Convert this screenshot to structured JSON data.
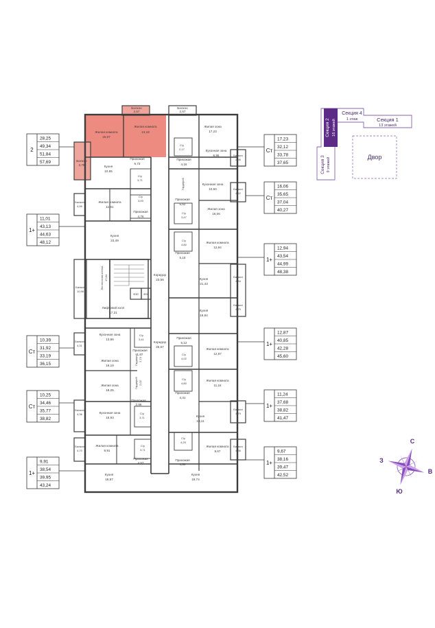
{
  "colors": {
    "wall": "#3c3c3c",
    "highlight": "#ee8b80",
    "highlight_balcony": "#f0a59c",
    "section_active": "#5b2b86",
    "section_outline": "#8a60b0",
    "compass": "#8a4bbd"
  },
  "cards_left": [
    {
      "type": "2",
      "values": [
        "28,25",
        "49,34",
        "51,84",
        "57,69"
      ]
    },
    {
      "type": "1+",
      "values": [
        "11,01",
        "43,13",
        "44,63",
        "48,12"
      ]
    },
    {
      "type": "Ст",
      "values": [
        "10,39",
        "31,92",
        "33,19",
        "36,15"
      ]
    },
    {
      "type": "Ст",
      "values": [
        "10,25",
        "34,46",
        "35,77",
        "38,82"
      ]
    },
    {
      "type": "1+",
      "values": [
        "9,91",
        "38,54",
        "39,95",
        "43,24"
      ]
    }
  ],
  "cards_right": [
    {
      "type": "Ст",
      "values": [
        "17,23",
        "32,12",
        "33,78",
        "37,65"
      ]
    },
    {
      "type": "Ст",
      "values": [
        "16,06",
        "35,65",
        "37,04",
        "40,27"
      ]
    },
    {
      "type": "1+",
      "values": [
        "12,94",
        "43,54",
        "44,99",
        "48,38"
      ]
    },
    {
      "type": "1+",
      "values": [
        "12,87",
        "40,85",
        "42,28",
        "45,60"
      ]
    },
    {
      "type": "1+",
      "values": [
        "11,24",
        "37,68",
        "38,82",
        "41,47"
      ]
    },
    {
      "type": "1+",
      "values": [
        "9,67",
        "38,16",
        "39,47",
        "42,52"
      ]
    }
  ],
  "sections": {
    "sec2_name": "Секция 2",
    "sec2_floors": "16 этажей",
    "sec4_name": "Секция 4",
    "sec4_floors": "1 этаж",
    "sec1_name": "Секция 1",
    "sec1_floors": "13 этажей",
    "sec3_name": "Секция 3",
    "sec3_floors": "9 этажей",
    "yard": "Двор"
  },
  "compass": {
    "n": "С",
    "s": "Ю",
    "e": "В",
    "w": "З"
  },
  "rooms": {
    "balc_top1": "Балкон",
    "balc_top1_a": "2,57",
    "balc_top2": "Балкон",
    "balc_top2_a": "2,57",
    "liv1": "Жилая комната",
    "liv1_a": "15,07",
    "liv2": "Жилая комната",
    "liv2_a": "13,18",
    "balc_l1": "Балкон",
    "balc_l1_a": "3,78",
    "kit1": "Кухня",
    "kit1_a": "10,65",
    "hall1": "Прихожая",
    "hall1_a": "6,73",
    "bath1": "С/у",
    "bath1_a": "3,71",
    "bath1b": "С/у",
    "bath1b_a": "2,17",
    "kz1": "Жилая зона",
    "kz1_a": "17,23",
    "kitz1": "Кухонная зона",
    "kitz1_a": "6,96",
    "hall_r1": "Прихожая",
    "hall_r1_a": "4,16",
    "balc_r1": "Балкон",
    "balc_r1_a": "2,96",
    "kitz2": "Кухонная зона",
    "kitz2_a": "10,50",
    "balc_r2": "Балкон",
    "balc_r2_a": "4,62",
    "hall_r2": "Прихожая",
    "hall_r2_a": "5,62",
    "gard_r2": "Гардероб",
    "liz2": "Жилая зона",
    "liz2_a": "16,06",
    "bath_r2": "С/у",
    "bath_r2_a": "3,47",
    "balc_l2": "Балкон",
    "balc_l2_a": "4,99",
    "liv_l2": "Жилая комната",
    "liv_l2_a": "11,01",
    "bath_l2": "С/у",
    "bath_l2_a": "3,93",
    "hall_l2": "Прихожая",
    "hall_l2_a": "4,76",
    "kit_l2": "Кухня",
    "kit_l2_a": "23,49",
    "bath_r3": "С/у",
    "bath_r3_a": "4,80",
    "liv_r3": "Жилая комната",
    "liv_r3_a": "12,94",
    "hall_r3": "Прихожая",
    "hall_r3_a": "5,15",
    "kit_r3": "Кухня",
    "kit_r3_a": "21,43",
    "balc_r3": "Балкон",
    "balc_r3_a": "4,84",
    "corr1": "Коридор",
    "corr1_a": "23,56",
    "stair": "Лестничная клетка",
    "stair_a": "17,84",
    "balc_l3": "Балкон",
    "balc_l3_a": "10,56",
    "lift1": "Ф30",
    "lift2": "Ф00",
    "lifthall": "Лифтовой холл",
    "lifthall_a": "17,21",
    "kit_r4": "Кухня",
    "kit_r4_a": "18,84",
    "balc_r4": "Балкон",
    "balc_r4_a": "4,75",
    "balc_l4": "Балкон",
    "balc_l4_a": "4,31",
    "kitz_l4": "Кухонная зона",
    "kitz_l4_a": "13,86",
    "bath_l4": "С/у",
    "bath_l4_a": "3,41",
    "hall_l4": "Прихожая",
    "hall_l4_a": "1,87",
    "corr2": "Коридор",
    "corr2_a": "25,67",
    "hall_r5": "Прихожая",
    "hall_r5_a": "5,12",
    "liv_r5": "Жилая комната",
    "liv_r5_a": "12,87",
    "bath_r5": "С/у",
    "bath_r5_a": "4,02",
    "liz_l4": "Жилая зона",
    "liz_l4_a": "16,19",
    "gard_l4": "Гардероб",
    "gard_l4_a": "2,73",
    "bath_r6": "С/у",
    "bath_r6_a": "4,80",
    "liv_r6": "Жилая комната",
    "liv_r6_a": "11,24",
    "liz_l5": "Жилая зона",
    "liz_l5_a": "18,25",
    "gard_l5": "Гардероб",
    "gard_l5_a": "2,02",
    "hall_r6": "Прихожая",
    "hall_r6_a": "4,31",
    "hall_l5": "Прихожая",
    "hall_l5_a": "2,86",
    "balc_l5": "Балкон",
    "balc_l5_a": "4,36",
    "kitz_l5": "Кухонная зона",
    "kitz_l5_a": "15,93",
    "bath_l5": "С/у",
    "bath_l5_a": "3,71",
    "kit_r6": "Кухня",
    "kit_r6_a": "18,11",
    "balc_r6": "Балкон",
    "balc_r6_a": "3,79",
    "bath_r7": "С/у",
    "bath_r7_a": "4,25",
    "balc_l6": "Балкон",
    "balc_l6_a": "4,70",
    "liv_l6": "Жилая комната",
    "liv_l6_a": "9,91",
    "bath_l6": "С/у",
    "bath_l6_a": "3,71",
    "hall_l6": "Прихожая",
    "hall_l6_a": "4,57",
    "liv_r7": "Жилая комната",
    "liv_r7_a": "9,67",
    "balc_r7": "Балкон",
    "balc_r7_a": "4,36",
    "hall_r7": "Прихожая",
    "hall_r7_a": "4,50",
    "kit_l7": "Кухня",
    "kit_l7_a": "19,97",
    "kit_r7": "Кухня",
    "kit_r7_a": "19,74"
  }
}
